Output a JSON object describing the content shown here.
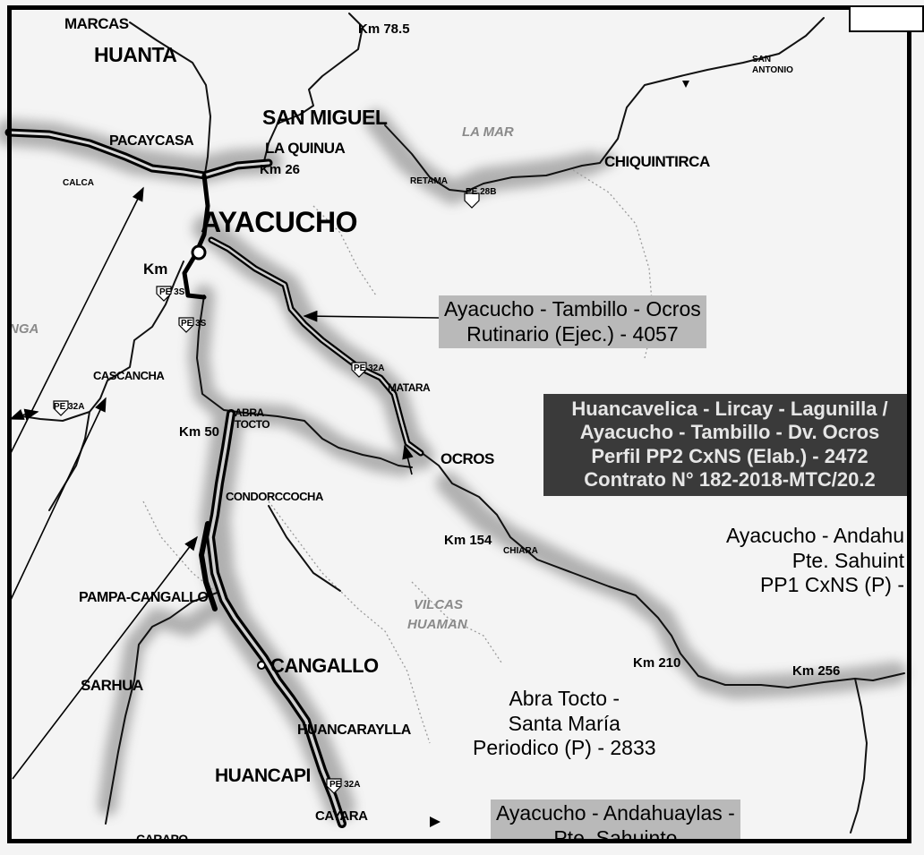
{
  "map": {
    "places": {
      "marcas": "MARCAS",
      "huanta": "HUANTA",
      "san_miguel": "SAN MIGUEL",
      "la_quinua": "LA QUINUA",
      "pacaycasa": "PACAYCASA",
      "calca": "CALCA",
      "ayacucho": "AYACUCHO",
      "san_antonio_1": "SAN",
      "san_antonio_2": "ANTONIO",
      "chiquintirca": "CHIQUINTIRCA",
      "retama": "RETAMA",
      "la_mar": "LA MAR",
      "cascancha": "CASCANCHA",
      "nga": "NGA",
      "matara": "MATARA",
      "abra_1": "ABRA",
      "abra_2": "TOCTO",
      "ocros": "OCROS",
      "condorccocha": "CONDORCCOCHA",
      "chiara": "CHIARA",
      "pampa_cangallo": "PAMPA-CANGALLO",
      "vilcas_1": "VILCAS",
      "vilcas_2": "HUAMAN",
      "sarhua": "SARHUA",
      "cangallo": "CANGALLO",
      "huancaraylla": "HUANCARAYLLA",
      "huancapi": "HUANCAPI",
      "cayara": "CAYARA",
      "carapo": "CARAPO"
    },
    "km": {
      "k785": "Km 78.5",
      "k26": "Km 26",
      "kmA": "Km",
      "k50": "Km 50",
      "k154": "Km 154",
      "k210": "Km 210",
      "k256": "Km 256"
    },
    "shields": {
      "pe28b": "PE 28B",
      "pe3s_a": "PE 3S",
      "pe3s_b": "PE 3S",
      "pe32a_a": "PE 32A",
      "pe32a_b": "PE 32A",
      "pe32a_c": "PE 32A"
    },
    "annotations": {
      "tambillo": {
        "line1": "Ayacucho - Tambillo - Ocros",
        "line2": "Rutinario (Ejec.) - 4057"
      },
      "huancavelica": {
        "line1": "Huancavelica - Lircay - Lagunilla /",
        "line2": "Ayacucho - Tambillo - Dv. Ocros",
        "line3": "Perfil PP2 CxNS (Elab.) - 2472",
        "line4": "Contrato N° 182-2018-MTC/20.2"
      },
      "andahuaylas_right": {
        "line1": "Ayacucho - Andahu",
        "line2": "Pte. Sahuint",
        "line3": "PP1 CxNS (P) -"
      },
      "abra_tocto": {
        "line1": "Abra Tocto -",
        "line2": "Santa María",
        "line3": "Periodico (P) - 2833"
      },
      "andahuaylas_bottom": {
        "line1": "Ayacucho - Andahuaylas -",
        "line2": "Pte. Sahuinto"
      }
    }
  }
}
